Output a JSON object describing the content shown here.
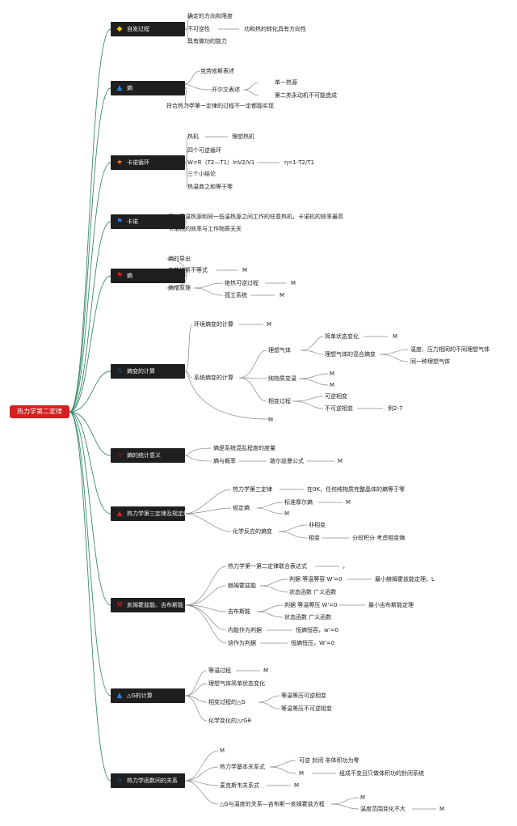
{
  "root": "热力学第二定律",
  "branches": [
    {
      "title": "自发过程",
      "icon": "diamond-icon",
      "icon_color": "#f2c40f"
    },
    {
      "title": "熵",
      "icon": "flame-icon",
      "icon_color": "#2f7fd8"
    },
    {
      "title": "卡诺循环",
      "icon": "star-icon",
      "icon_color": "#f07a1a"
    },
    {
      "title": "卡诺",
      "icon": "flag-icon",
      "icon_color": "#2f7fd8"
    },
    {
      "title": "熵",
      "icon": "flag-icon",
      "icon_color": "#d42020"
    },
    {
      "title": "熵变的计算",
      "icon": "star-outline-icon",
      "icon_color": "#2f7fd8"
    },
    {
      "title": "熵的统计意义",
      "icon": "star-outline-icon",
      "icon_color": "#d42020"
    },
    {
      "title": "热力学第三定律及规定熵",
      "icon": "flame-icon",
      "icon_color": "#d42020"
    },
    {
      "title": "亥姆霍兹能、吉布斯能",
      "icon": "tools-icon",
      "icon_color": "#d42020"
    },
    {
      "title": "△G的计算",
      "icon": "flame-icon",
      "icon_color": "#2f7fd8"
    },
    {
      "title": "热力学函数间的关系",
      "icon": "star-outline-icon",
      "icon_color": "#2f7fd8"
    }
  ],
  "labels": {
    "b1_a": "确定的方向和限度",
    "b1_b": "不可逆性",
    "b1_c": "功和热的转化具有方向性",
    "b1_d": "具有做功的能力",
    "b2_a": "表述",
    "b2_b": "克劳修斯表述",
    "b2_c": "开尔文表述",
    "b2_d": "单一热源",
    "b2_e": "第二类永动机不可能造成",
    "b2_f": "符合热力学第一定律的过程不一定都能实现",
    "b3_a": "热机",
    "b3_b": "理想热机",
    "b3_c": "四个可逆循环",
    "b3_d": "W=R（T2—T1）lnV2/V1",
    "b3_e": "η=1-T2/T1",
    "b3_f": "三个小结论",
    "b3_g": "热温商之和等于零",
    "b4_a": "同一高温热源和同一低温热源之间工作的任意热机，卡诺机的效率最高",
    "b4_b": "卡诺机的效率与工作物质无关",
    "b5_a": "熵的导出",
    "b5_b": "克劳修斯不等式",
    "b5_c": "M",
    "b5_d": "熵增原理",
    "b5_e": "绝热可逆过程",
    "b5_f": "M",
    "b5_g": "孤立系统",
    "b5_h": "M",
    "b6_a": "环境熵变的计算",
    "b6_b": "M",
    "b6_c": "系统熵变的计算",
    "b6_d": "理想气体",
    "b6_e": "简单状态变化",
    "b6_f": "M",
    "b6_g": "理想气体的混合熵变",
    "b6_h": "温度、压力相同的不同理想气体",
    "b6_i": "同一种理想气体",
    "b6_j": "纯物质变温",
    "b6_k": "M",
    "b6_l": "M",
    "b6_m": "相变过程",
    "b6_n": "可逆相变",
    "b6_o": "不可逆相变",
    "b6_p": "例2-7",
    "b6_q": "M",
    "b7_a": "熵是系统混乱程度的度量",
    "b7_b": "熵与概率",
    "b7_c": "玻尔兹曼公式",
    "b7_d": "M",
    "b8_a": "热力学第三定律",
    "b8_b": "在0K，任何纯物质完整晶体的熵等于零",
    "b8_c": "规定熵",
    "b8_d": "标准摩尔熵",
    "b8_e": "M",
    "b8_f": "M",
    "b8_g": "化学反应的熵变",
    "b8_h": "非相变",
    "b8_i": "相变",
    "b8_j": "分段积分 考虑相变熵",
    "b9_a": "热力学第一第二定律联合表达式",
    "b9_b": "，",
    "b9_c": "赫姆霍兹能",
    "b9_d": "判据 等温等容 W'=0",
    "b9_e": "最小赫姆霍兹能定理，L",
    "b9_f": "状态函数 广义函数",
    "b9_g": "吉布斯能",
    "b9_h": "判据 等温等压 W'=0",
    "b9_i": "最小吉布斯能定理",
    "b9_j": "状态函数 广义函数",
    "b9_k": "内能作为判据",
    "b9_l": "恒熵恒容，w'=0",
    "b9_m": "焓作为判据",
    "b9_n": "恒熵恒压，W'=0",
    "b10_a": "等温过程",
    "b10_b": "M",
    "b10_c": "理想气体简单状态变化",
    "b10_d": "相变过程的△G",
    "b10_e": "等温等压可逆相变",
    "b10_f": "等温等压不可逆相变",
    "b10_g": "化学变化的△rGθ",
    "b11_a": "M",
    "b11_b": "热力学基本关系式",
    "b11_c": "可逆 封闭 非体积功为零",
    "b11_d": "M",
    "b11_e": "组成不变且只做体积功的封闭系统",
    "b11_f": "麦克斯韦关系式",
    "b11_g": "M",
    "b11_h": "△G与温度的关系—吉布斯一亥姆霍兹方程",
    "b11_i": "M",
    "b11_j": "温度范围变化不大",
    "b11_k": "M"
  }
}
